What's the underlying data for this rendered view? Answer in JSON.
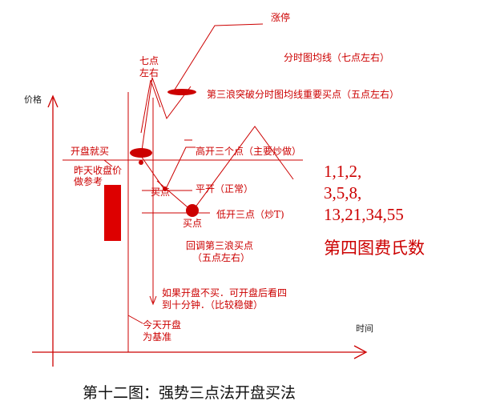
{
  "colors": {
    "accent": "#cc0000",
    "axis": "#cc0000",
    "text": "#111111"
  },
  "axes": {
    "y_label": "价格",
    "x_label": "时间"
  },
  "labels": {
    "limit_up": "涨停",
    "avg_line": "分时图均线（七点左右）",
    "seven_left_1": "七点",
    "seven_left_2": "左右",
    "third_wave": "第三浪突破分时图均线重要买点（五点左右）",
    "open_buy": "开盘就买",
    "high_open": "高开三个点（主要炒做）",
    "prev_close_1": "昨天收盘价",
    "prev_close_2": "做参考",
    "buy_point_1": "买点",
    "flat_open": "平开（正常）",
    "buy_point_2": "买点",
    "low_open": "低开三点（炒T)",
    "pullback_1": "回调第三浪买点",
    "pullback_2": "（五点左右）",
    "note_1": "如果开盘不买．可开盘后看四",
    "note_2": "到十分钟．（比较稳健）",
    "today_open_1": "今天开盘",
    "today_open_2": "为基准"
  },
  "fibonacci": {
    "line1": "1,1,2,",
    "line2": "3,5,8,",
    "line3": "13,21,34,55",
    "caption": "第四图费氏数"
  },
  "title": "第十二图：强势三点法开盘买法"
}
